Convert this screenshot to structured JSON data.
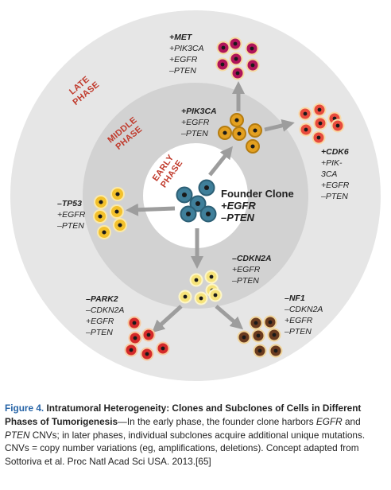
{
  "phases": {
    "late": [
      "LATE",
      "PHASE"
    ],
    "middle": [
      "MIDDLE",
      "PHASE"
    ],
    "early": [
      "EARLY",
      "PHASE"
    ]
  },
  "founder": {
    "title": "Founder Clone",
    "lines": [
      "+EGFR",
      "–PTEN"
    ]
  },
  "clones": {
    "met": [
      "+MET",
      "+PIK3CA",
      "+EGFR",
      "–PTEN"
    ],
    "pik3ca": [
      "+PIK3CA",
      "+EGFR",
      "–PTEN"
    ],
    "cdk6": [
      "+CDK6",
      "+PIK-",
      "3CA",
      "+EGFR",
      "–PTEN"
    ],
    "tp53": [
      "–TP53",
      "+EGFR",
      "–PTEN"
    ],
    "cdkn2a": [
      "–CDKN2A",
      "+EGFR",
      "–PTEN"
    ],
    "park2": [
      "–PARK2",
      "–CDKN2A",
      "+EGFR",
      "–PTEN"
    ],
    "nf1": [
      "–NF1",
      "–CDKN2A",
      "+EGFR",
      "–PTEN"
    ]
  },
  "colors": {
    "outer_ring": "#e6e6e6",
    "middle_ring": "#d2d2d2",
    "core": "#ffffff",
    "arrow": "#9d9d9d",
    "phase_text": "#c0392b",
    "founder_cell": "#3f7f9a",
    "pik3ca_cell": "#e3a020",
    "met_cell": "#b0155a",
    "cdk6_cell": "#e84c3d",
    "tp53_cell": "#f3c12c",
    "cdkn2a_cell": "#f6e37a",
    "park2_cell": "#d42a2a",
    "nf1_cell": "#6a3b1f",
    "caption_figure": "#2563a6"
  },
  "caption": {
    "figure_label": "Figure 4.",
    "title": "Intratumoral Heterogeneity: Clones and Subclones of Cells in Different Phases of Tumorigenesis",
    "t1": "—In the early phase, the founder clone harbors ",
    "g1": "EGFR",
    "t2": " and ",
    "g2": "PTEN",
    "t3": " CNVs; in later phases, individual subclones acquire additional unique mutations. CNVs = copy number variations (eg, amplifications, deletions). Concept adapted from Sottoriva et al. Proc Natl Acad Sci USA. 2013.[65]"
  }
}
